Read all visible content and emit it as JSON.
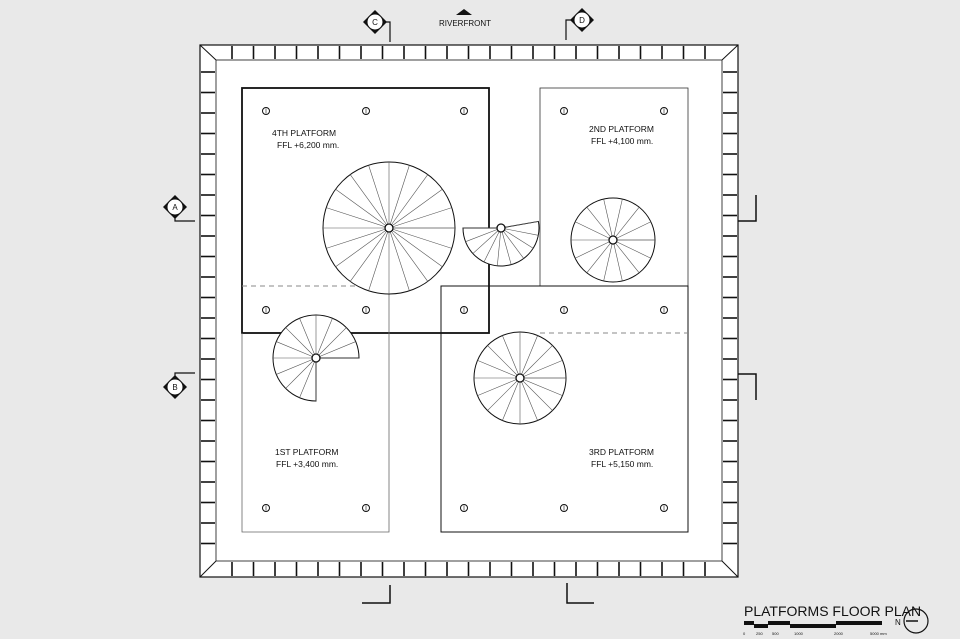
{
  "drawing": {
    "north_label": "RIVERFRONT",
    "title": "PLATFORMS FLOOR PLAN",
    "north_arrow_letter": "N",
    "scale_labels": [
      "0",
      "250",
      "500",
      "1000",
      "2000",
      "5000 mm"
    ],
    "sections": {
      "a": "A",
      "b": "B",
      "c": "C",
      "d": "D"
    },
    "platforms": [
      {
        "name": "4TH PLATFORM",
        "level": "FFL +6,200 mm."
      },
      {
        "name": "2ND PLATFORM",
        "level": "FFL +4,100 mm."
      },
      {
        "name": "1ST PLATFORM",
        "level": "FFL +3,400 mm."
      },
      {
        "name": "3RD PLATFORM",
        "level": "FFL +5,150 mm."
      }
    ]
  },
  "colors": {
    "background": "#e9e9e9",
    "paper": "#ffffff",
    "ink": "#111111"
  }
}
